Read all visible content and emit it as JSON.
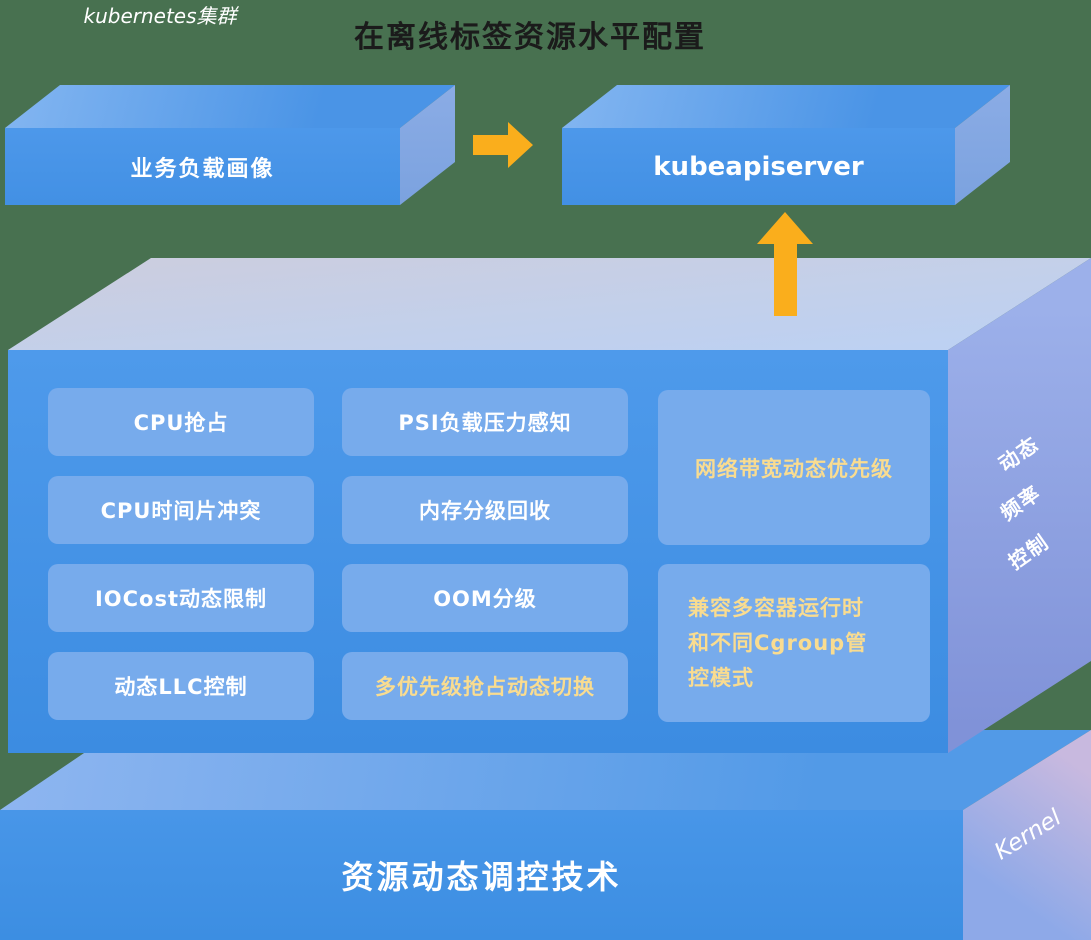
{
  "title": "在离线标签资源水平配置",
  "colors": {
    "background": "#487150",
    "arrow": "#FAAE1C",
    "highlight_text": "#F9DC90",
    "box_blue": "#4493E6",
    "inner_cell": "#77ABEC"
  },
  "workload_box": {
    "label": "业务负载画像"
  },
  "kubernetes_box": {
    "cluster_label": "kubernetes集群",
    "server_label": "kubeapiserver"
  },
  "main_box": {
    "column1": [
      "CPU抢占",
      "CPU时间片冲突",
      "IOCost动态限制",
      "动态LLC控制"
    ],
    "column2": [
      "PSI负载压力感知",
      "内存分级回收",
      "OOM分级",
      "多优先级抢占动态切换"
    ],
    "column3": [
      "网络带宽动态优先级",
      "兼容多容器运行时和不同Cgroup管控模式"
    ],
    "side_labels": [
      "动态",
      "频率",
      "控制"
    ]
  },
  "kernel_box": {
    "label": "资源动态调控技术",
    "side_label": "Kernel"
  }
}
